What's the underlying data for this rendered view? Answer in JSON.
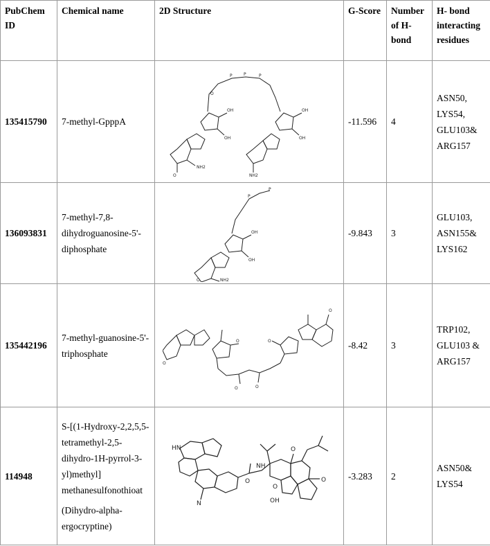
{
  "headers": {
    "id": "PubChem ID",
    "name": "Chemical name",
    "structure": "2D Structure",
    "gscore": "G-Score",
    "hbond_count": "Number of H-bond",
    "residues": "H- bond interacting residues"
  },
  "rows": [
    {
      "id": "135415790",
      "name": "7-methyl-GpppA",
      "structure_icon": "gpppa-structure",
      "gscore": "-11.596",
      "hbonds": "4",
      "residues": [
        "ASN50,",
        "LYS54,",
        "GLU103&",
        "ARG157"
      ]
    },
    {
      "id": "136093831",
      "name": "7-methyl-7,8-dihydroguanosine-5'-diphosphate",
      "structure_icon": "diphosphate-structure",
      "gscore": "-9.843",
      "hbonds": "3",
      "residues": [
        "GLU103,",
        "ASN155&",
        "LYS162"
      ]
    },
    {
      "id": "135442196",
      "name": "7-methyl-guanosine-5'-triphosphate",
      "structure_icon": "triphosphate-structure",
      "gscore": "-8.42",
      "hbonds": "3",
      "residues": [
        "TRP102,",
        "GLU103 &",
        "ARG157"
      ]
    },
    {
      "id": "114948",
      "name": "S-[(1-Hydroxy-2,2,5,5-tetramethyl-2,5-dihydro-1H-pyrrol-3-yl)methyl] methanesulfonothioat",
      "name_alt": "(Dihydro-alpha-ergocryptine)",
      "structure_icon": "ergocryptine-structure",
      "gscore": "-3.283",
      "hbonds": "2",
      "residues": [
        "ASN50&",
        "LYS54"
      ]
    }
  ]
}
